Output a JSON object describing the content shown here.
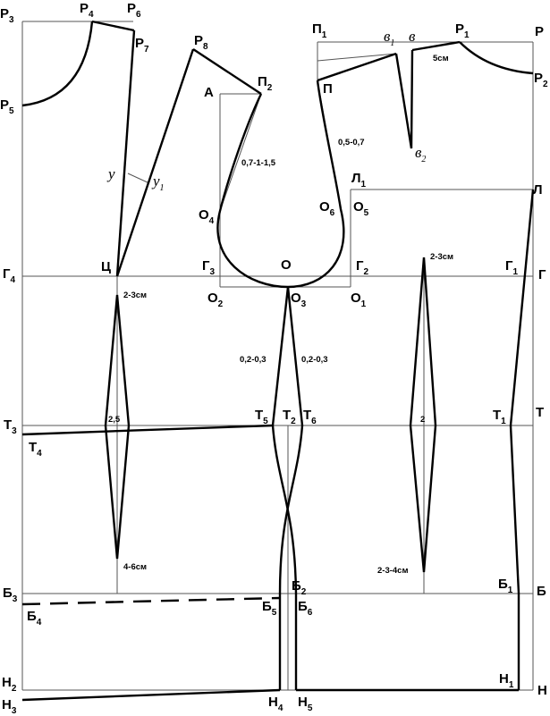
{
  "points": {
    "p3": [
      "Р",
      "3"
    ],
    "p4": [
      "Р",
      "4"
    ],
    "p6": [
      "Р",
      "6"
    ],
    "p7": [
      "Р",
      "7"
    ],
    "p5": [
      "Р",
      "5"
    ],
    "p8": [
      "Р",
      "8"
    ],
    "a": [
      "А",
      ""
    ],
    "pi2": [
      "П",
      "2"
    ],
    "pi1": [
      "П",
      "1"
    ],
    "pi": [
      "П",
      ""
    ],
    "v1": [
      "в",
      "1"
    ],
    "v": [
      "в",
      ""
    ],
    "v2": [
      "в",
      "2"
    ],
    "p1": [
      "Р",
      "1"
    ],
    "p": [
      "Р",
      ""
    ],
    "p2": [
      "Р",
      "2"
    ],
    "y": [
      "у",
      ""
    ],
    "y1": [
      "у",
      "1"
    ],
    "o4": [
      "О",
      "4"
    ],
    "o6": [
      "О",
      "6"
    ],
    "o5": [
      "О",
      "5"
    ],
    "l1": [
      "Л",
      "1"
    ],
    "l": [
      "Л",
      ""
    ],
    "ts": [
      "Ц",
      ""
    ],
    "g4": [
      "Г",
      "4"
    ],
    "g3": [
      "Г",
      "3"
    ],
    "o": [
      "О",
      ""
    ],
    "g2": [
      "Г",
      "2"
    ],
    "g1": [
      "Г",
      "1"
    ],
    "g": [
      "Г",
      ""
    ],
    "o2": [
      "О",
      "2"
    ],
    "o3": [
      "О",
      "3"
    ],
    "o1": [
      "О",
      "1"
    ],
    "t3": [
      "Т",
      "3"
    ],
    "t4": [
      "Т",
      "4"
    ],
    "t5": [
      "Т",
      "5"
    ],
    "t2": [
      "Т",
      "2"
    ],
    "t6": [
      "Т",
      "6"
    ],
    "t1": [
      "Т",
      "1"
    ],
    "t": [
      "Т",
      ""
    ],
    "b3": [
      "Б",
      "3"
    ],
    "b4": [
      "Б",
      "4"
    ],
    "b2": [
      "Б",
      "2"
    ],
    "b5": [
      "Б",
      "5"
    ],
    "b6": [
      "Б",
      "6"
    ],
    "b1": [
      "Б",
      "1"
    ],
    "b": [
      "Б",
      ""
    ],
    "n2": [
      "Н",
      "2"
    ],
    "n3": [
      "Н",
      "3"
    ],
    "n4": [
      "Н",
      "4"
    ],
    "n5": [
      "Н",
      "5"
    ],
    "n1": [
      "Н",
      "1"
    ],
    "n": [
      "Н",
      ""
    ]
  },
  "annotations": {
    "shoulder_5cm": "5см",
    "armhole_front": "0,7-1-1,5",
    "armhole_back": "0,5-0,7",
    "dart_back_top": "2-3см",
    "dart_back_bottom": "4-6см",
    "dart_back_width": "2,5",
    "dart_front_top": "2-3см",
    "dart_front_bottom": "2-3-4см",
    "dart_front_width": "2",
    "side_left": "0,2-0,3",
    "side_right": "0,2-0,3"
  }
}
